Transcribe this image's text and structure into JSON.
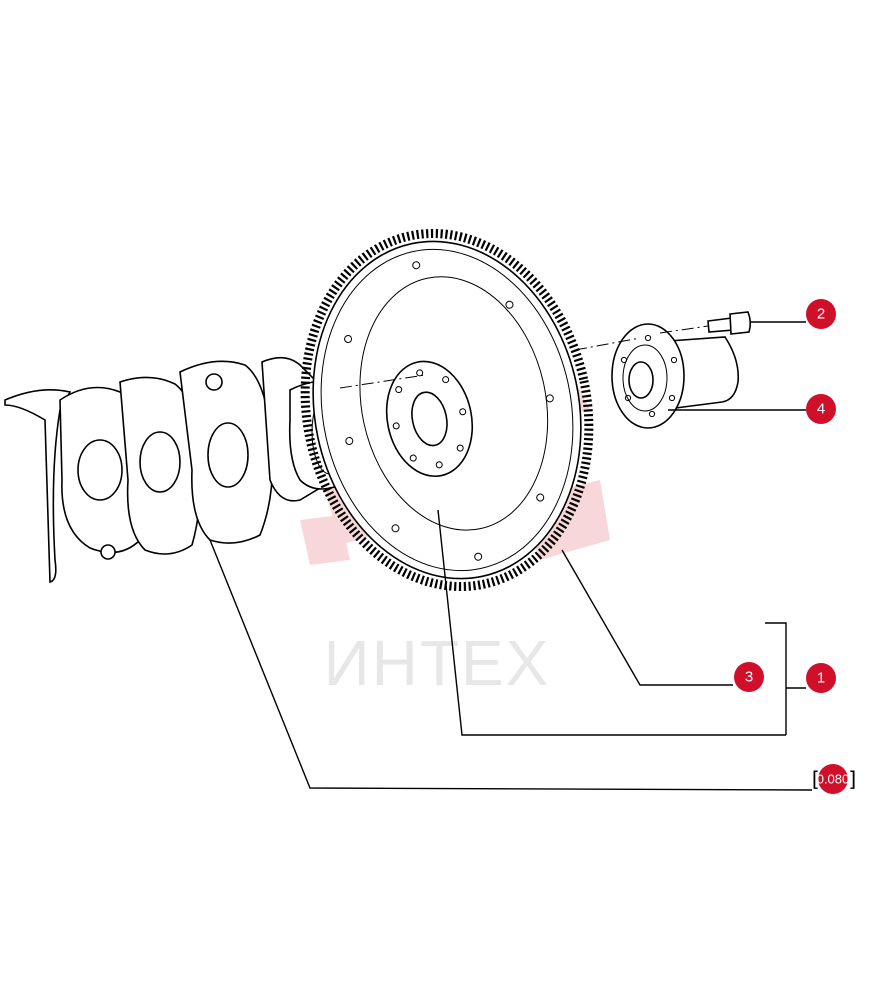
{
  "watermark": {
    "text": "ИНТЕХ",
    "color": "#d4d4d4",
    "logo_color": "#f2b8bd"
  },
  "callout_color": "#d0102a",
  "callouts": [
    {
      "id": "callout-2",
      "label": "2"
    },
    {
      "id": "callout-4",
      "label": "4"
    },
    {
      "id": "callout-3",
      "label": "3"
    },
    {
      "id": "callout-1",
      "label": "1"
    }
  ],
  "reference": {
    "label": "0.080",
    "open_bracket": "[",
    "close_bracket": "]"
  }
}
